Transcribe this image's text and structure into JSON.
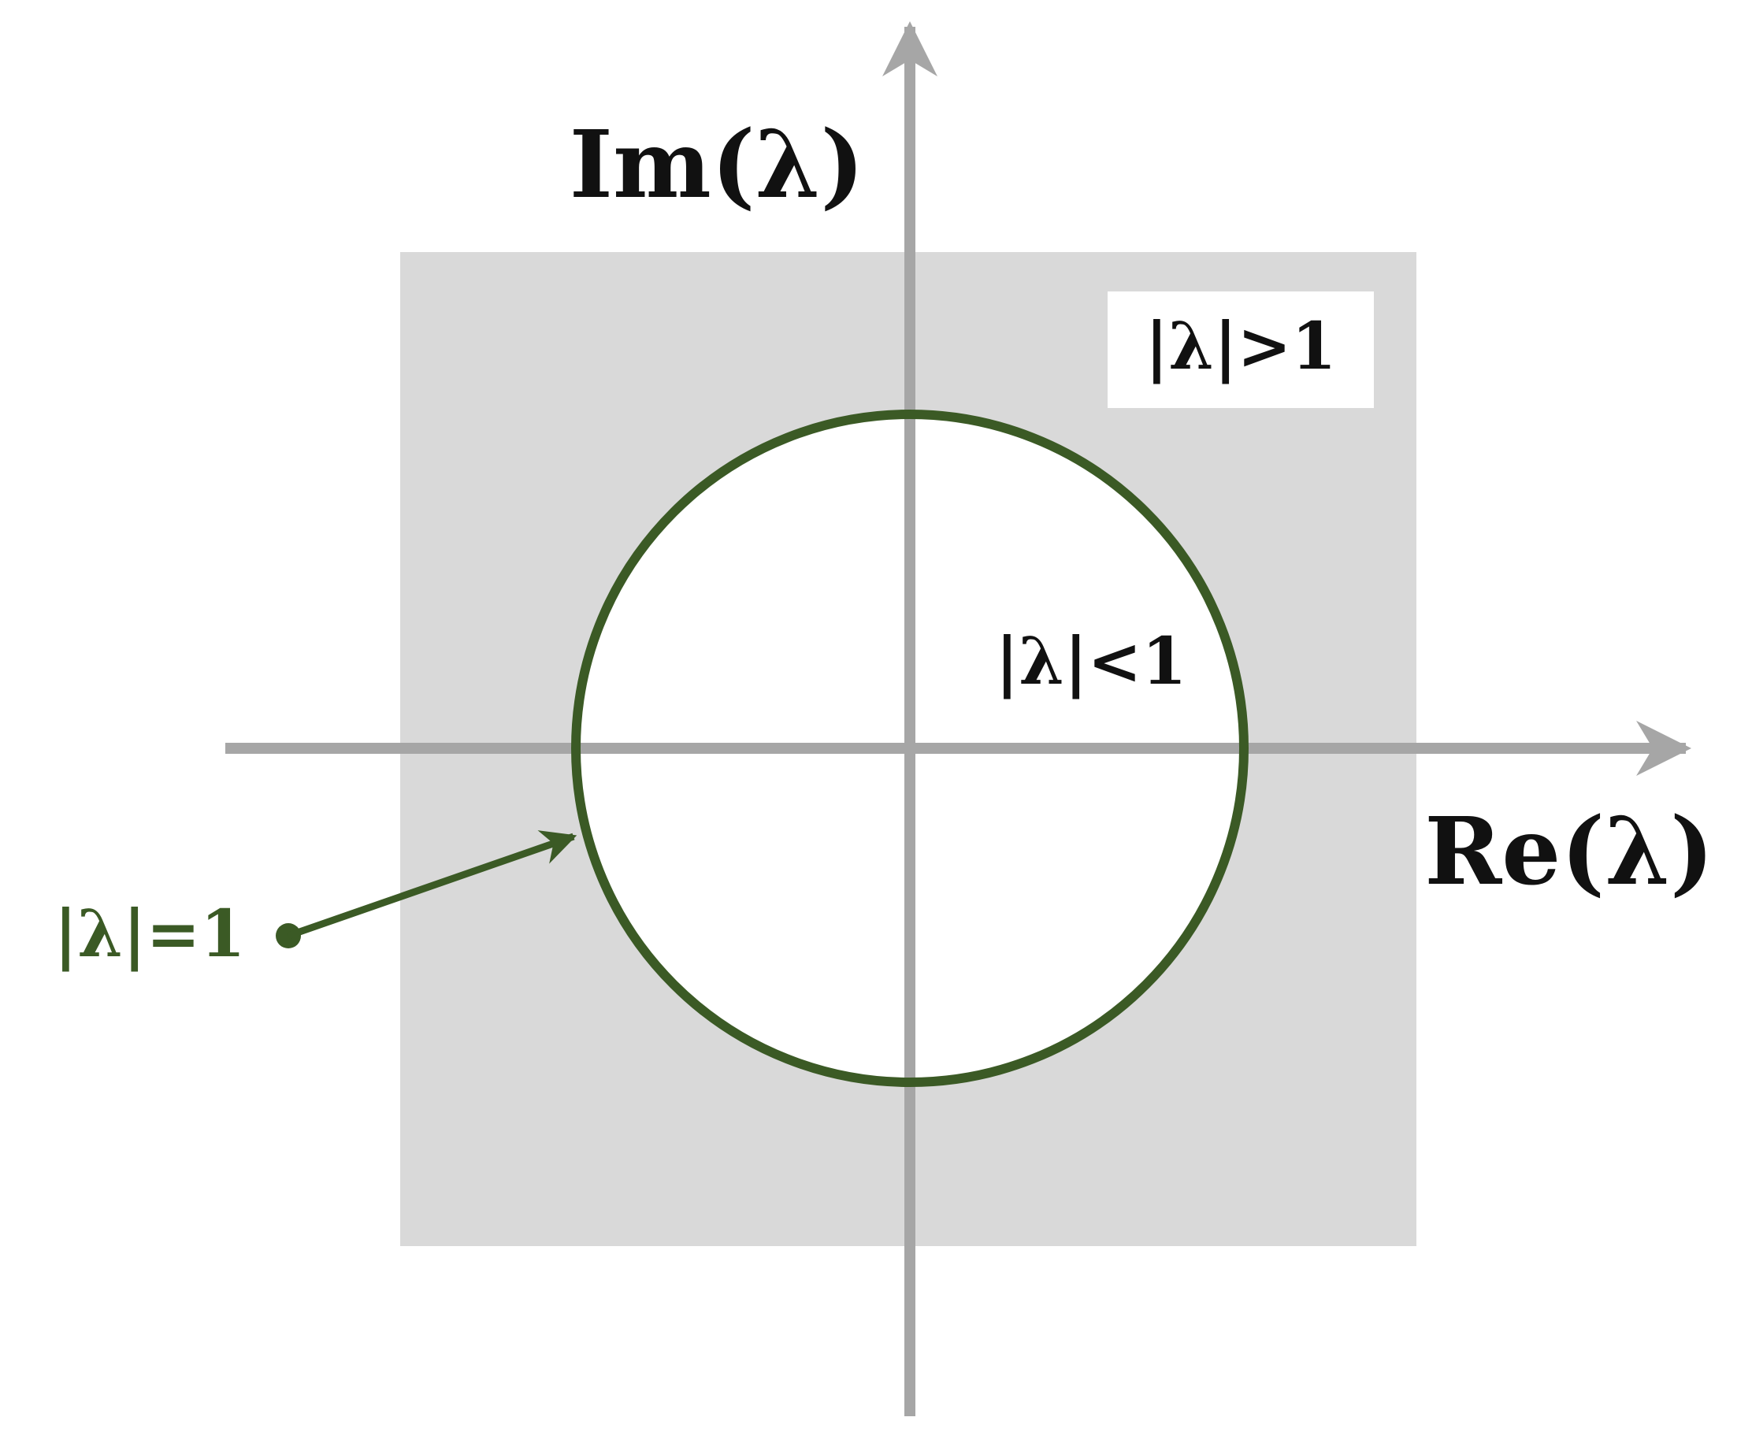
{
  "diagram": {
    "axis_labels": {
      "imaginary": "Im(λ)",
      "real": "Re(λ)"
    },
    "regions": {
      "outside": "|λ|>1",
      "inside": "|λ|<1",
      "boundary": "|λ|=1"
    },
    "colors": {
      "outside_region": "#d9d9d9",
      "axis": "#a6a6a6",
      "unit_circle": "#3b5a25",
      "label_text": "#111111",
      "background": "#ffffff"
    }
  }
}
